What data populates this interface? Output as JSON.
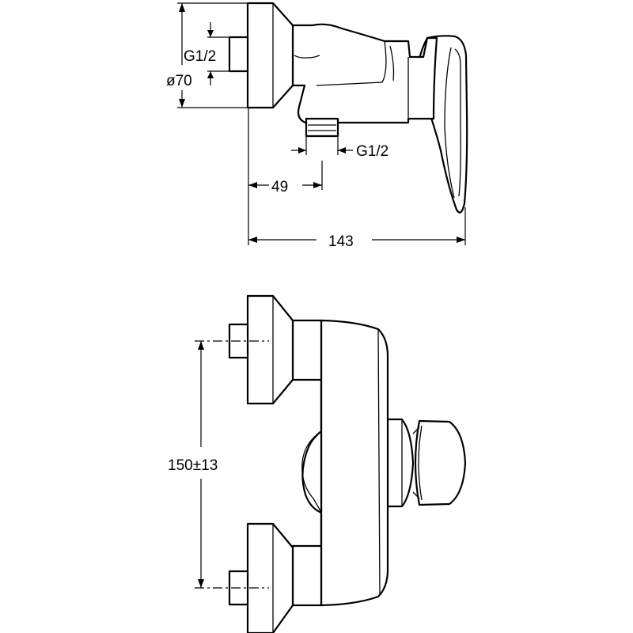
{
  "side_view": {
    "inlet_thread": "G1/2",
    "rosette_diameter": "ø70",
    "outlet_thread": "G1/2",
    "outlet_offset": "49",
    "overall_depth": "143"
  },
  "top_view": {
    "inlet_spacing": "150±13"
  },
  "colors": {
    "line": "#000000",
    "background": "#ffffff"
  }
}
